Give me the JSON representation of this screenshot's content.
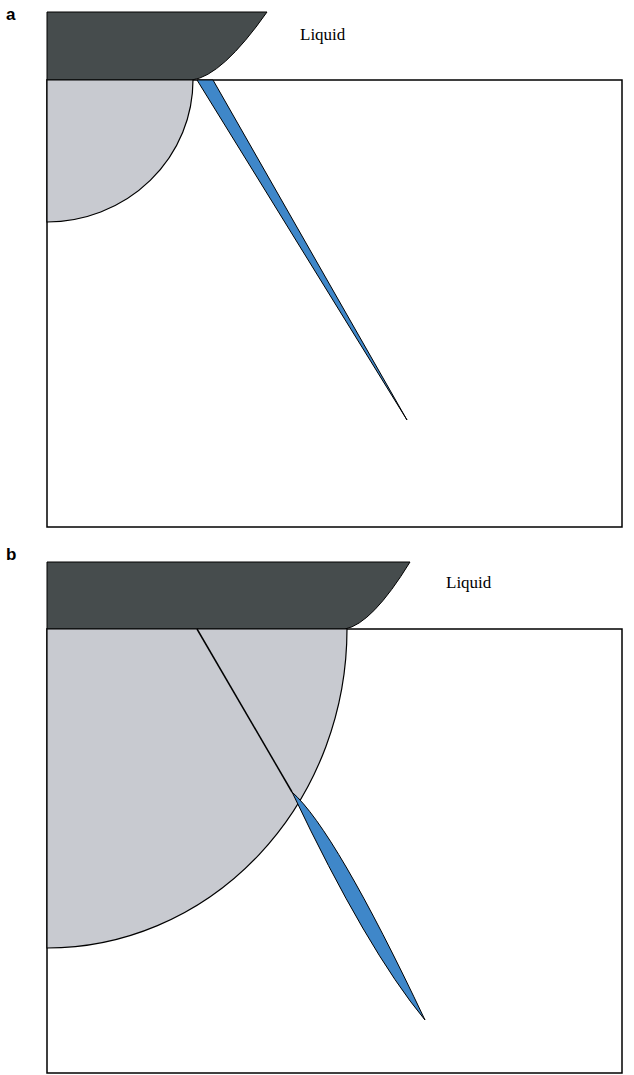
{
  "diagram": {
    "labels": [
      "a",
      "Liquid",
      "b",
      "Liquid"
    ]
  }
}
